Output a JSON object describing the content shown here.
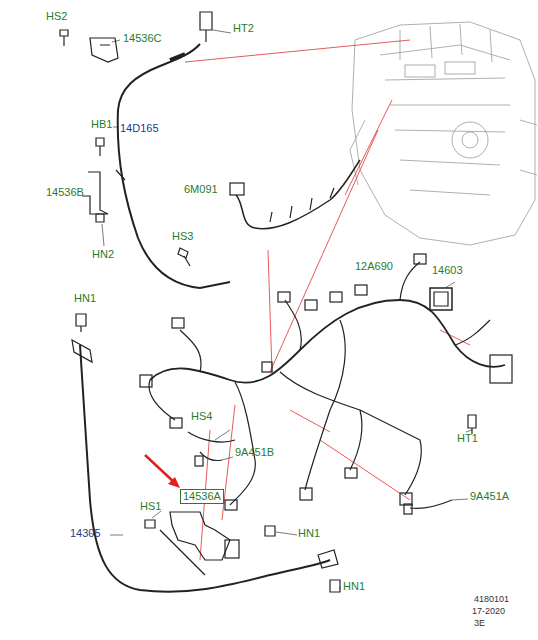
{
  "diagram": {
    "nodes": [
      {
        "text": [
          "14536A"
        ]
      }
    ],
    "labels": [
      "HS2",
      "14536C",
      "HT2",
      "HB1",
      "14D165",
      "14536B",
      "HN2",
      "HS3",
      "6M091",
      "12A690",
      "14603",
      "HN1",
      "HS4",
      "HT1",
      "9A451B",
      "9A451A",
      "HS1",
      "14305",
      "HN1",
      "HN1",
      "4180101",
      "17-2020",
      "3E"
    ]
  }
}
